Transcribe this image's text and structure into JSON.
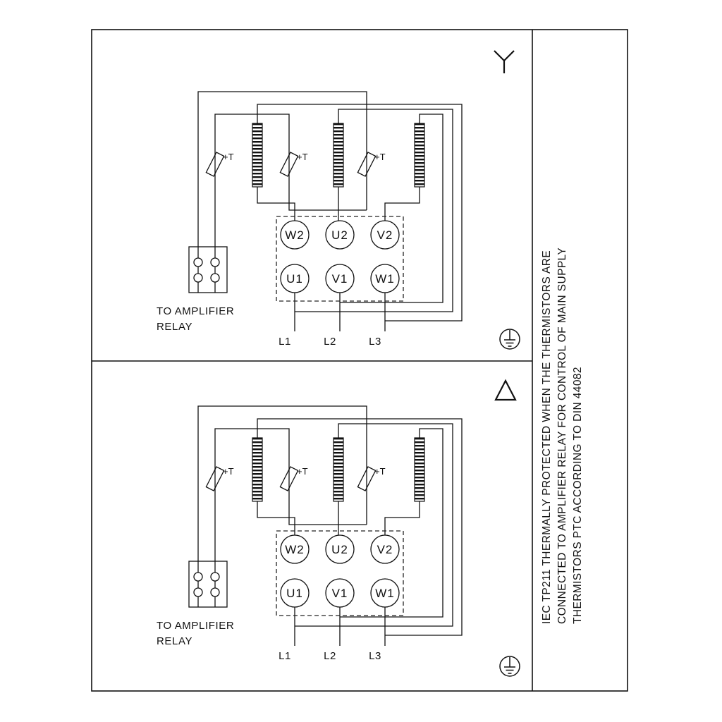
{
  "diagram": {
    "side_note_lines": [
      "IEC TP211 THERMALLY PROTECTED WHEN THE THERMISTORS ARE",
      "CONNECTED TO AMPLIFIER RELAY FOR CONTROL OF MAIN SUPPLY",
      "THERMISTORS PTC ACCORDING TO DIN 44082"
    ],
    "panels": [
      {
        "symbol": "star",
        "terminals_top": [
          "W2",
          "U2",
          "V2"
        ],
        "terminals_bottom": [
          "U1",
          "V1",
          "W1"
        ],
        "thermistor_label": "+T",
        "supply_labels": [
          "L1",
          "L2",
          "L3"
        ],
        "relay_caption_line1": "TO AMPLIFIER",
        "relay_caption_line2": "RELAY"
      },
      {
        "symbol": "delta",
        "terminals_top": [
          "W2",
          "U2",
          "V2"
        ],
        "terminals_bottom": [
          "U1",
          "V1",
          "W1"
        ],
        "thermistor_label": "+T",
        "supply_labels": [
          "L1",
          "L2",
          "L3"
        ],
        "relay_caption_line1": "TO AMPLIFIER",
        "relay_caption_line2": "RELAY"
      }
    ]
  },
  "colors": {
    "ink": "#111111",
    "paper": "#ffffff"
  }
}
